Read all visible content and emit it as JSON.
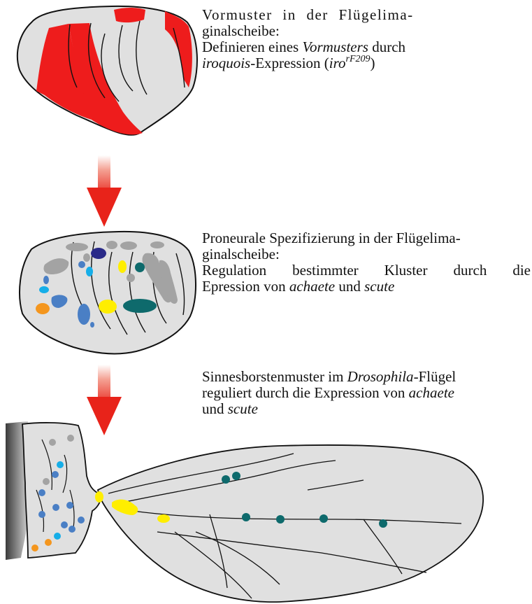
{
  "stage1": {
    "title_line1": "Vormuster in der Flügelima-",
    "title_line2": "ginalscheibe:",
    "desc_prefix": "Definieren eines ",
    "desc_term": "Vormusters",
    "desc_suffix": " durch",
    "gene": "iroquois",
    "expr_text": "-Expression (",
    "allele_base": "iro",
    "allele_sup": "rF209",
    "close": ")"
  },
  "stage2": {
    "title_line1": "Proneurale Spezifizierung in der Flügelima-",
    "title_line2": "ginalscheibe:",
    "desc_line1": "Regulation bestimmter Kluster durch die",
    "desc_prefix": "Epression von ",
    "gene1": "achaete",
    "conj": " und ",
    "gene2": "scute"
  },
  "stage3": {
    "line1_prefix": "Sinnesborstenmuster im ",
    "organism": "Drosophila",
    "line1_suffix": "-Flügel",
    "line2_prefix": "reguliert durch die Expression von ",
    "gene1": "achaete",
    "line3_conj": "und ",
    "gene2": "scute"
  },
  "colors": {
    "disc_fill": "#e0e0e0",
    "iroquois_red": "#ee1c1c",
    "arrow_red": "#e8231a",
    "cluster_grey": "#a3a3a3",
    "yellow": "#ffee00",
    "teal": "#0e6a6c",
    "navy": "#2a2a88",
    "light_blue": "#16aee8",
    "mid_blue": "#4a7fc5",
    "orange": "#f4961e"
  }
}
